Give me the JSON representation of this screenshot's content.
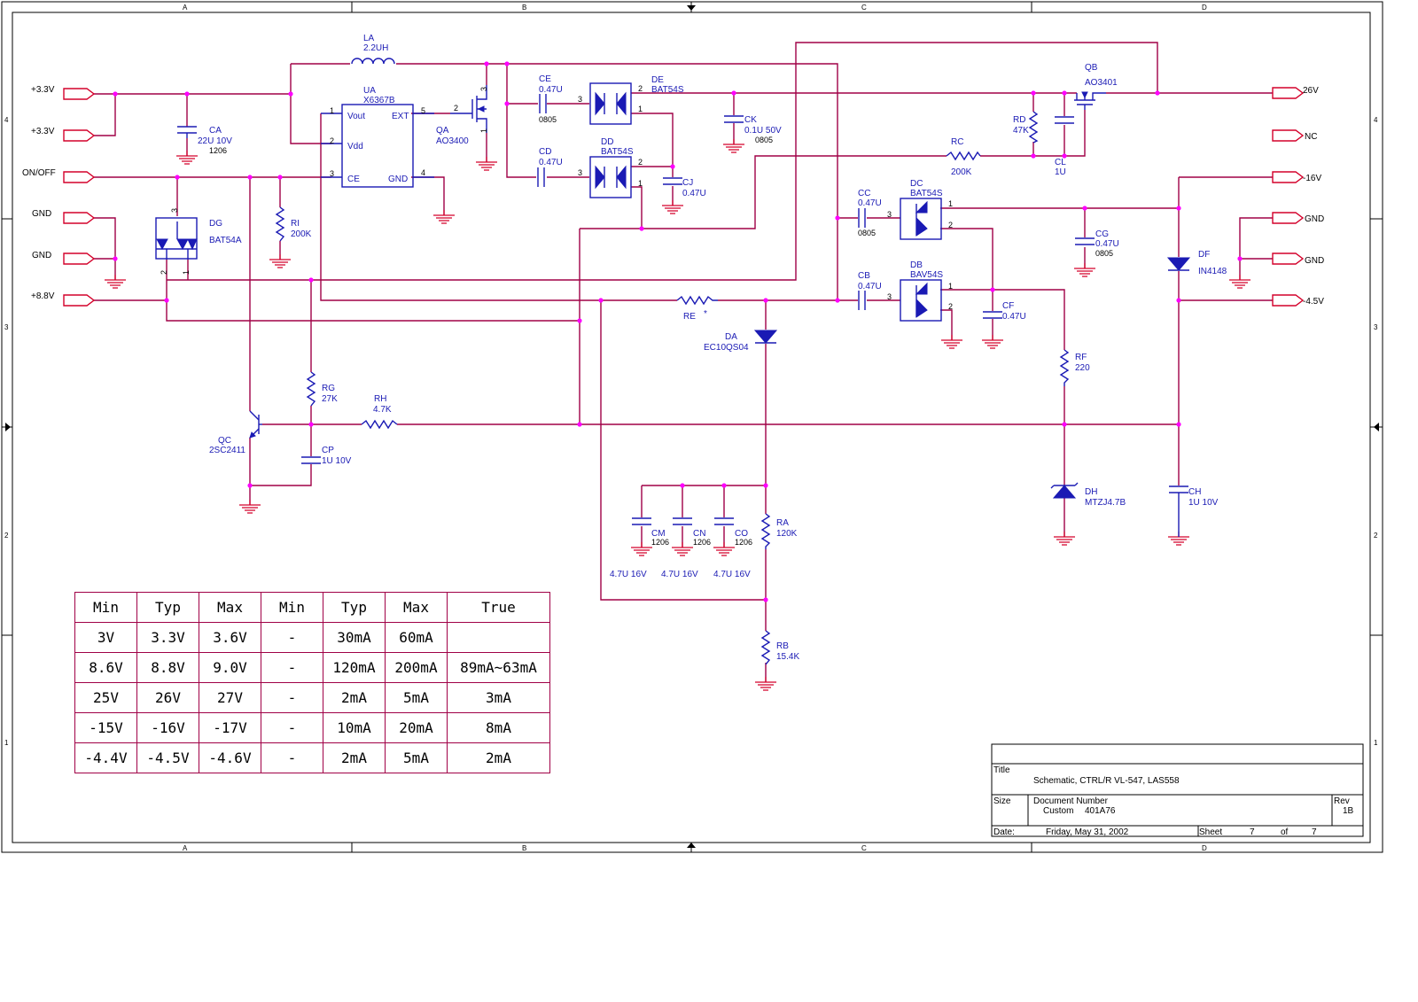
{
  "frame": {
    "columns": [
      "A",
      "B",
      "C",
      "D"
    ],
    "rows": [
      "4",
      "3",
      "2",
      "1"
    ]
  },
  "ports": {
    "left": [
      "+3.3V",
      "+3.3V",
      "ON/OFF",
      "GND",
      "GND",
      "+8.8V"
    ],
    "right": [
      "26V",
      "NC",
      "-16V",
      "GND",
      "GND",
      "-4.5V"
    ]
  },
  "components": {
    "LA": {
      "ref": "LA",
      "value": "2.2UH"
    },
    "UA": {
      "ref": "UA",
      "value": "X6367B",
      "pins": [
        "Vout",
        "Vdd",
        "CE",
        "EXT",
        "GND"
      ],
      "pin_numbers": [
        "1",
        "2",
        "3",
        "5",
        "4"
      ]
    },
    "QA": {
      "ref": "QA",
      "value": "AO3400",
      "pins": [
        "3",
        "2",
        "1"
      ]
    },
    "QB": {
      "ref": "QB",
      "value": "AO3401"
    },
    "QC": {
      "ref": "QC",
      "value": "2SC2411"
    },
    "CA": {
      "ref": "CA",
      "value": "22U 10V",
      "pkg": "1206"
    },
    "CB": {
      "ref": "CB",
      "value": "0.47U"
    },
    "CC": {
      "ref": "CC",
      "value": "0.47U",
      "pkg": "0805"
    },
    "CD": {
      "ref": "CD",
      "value": "0.47U"
    },
    "CE": {
      "ref": "CE",
      "value": "0.47U",
      "pkg": "0805"
    },
    "CF": {
      "ref": "CF",
      "value": "0.47U"
    },
    "CG": {
      "ref": "CG",
      "value": "0.47U",
      "pkg": "0805"
    },
    "CH": {
      "ref": "CH",
      "value": "1U 10V"
    },
    "CJ": {
      "ref": "CJ",
      "value": "0.47U"
    },
    "CK": {
      "ref": "CK",
      "value": "0.1U 50V",
      "pkg": "0805"
    },
    "CL": {
      "ref": "CL",
      "value": "1U"
    },
    "CM": {
      "ref": "CM",
      "value": "1206",
      "rating": "4.7U 16V"
    },
    "CN": {
      "ref": "CN",
      "value": "1206",
      "rating": "4.7U 16V"
    },
    "CO": {
      "ref": "CO",
      "value": "1206",
      "rating": "4.7U 16V"
    },
    "CP": {
      "ref": "CP",
      "value": "1U 10V"
    },
    "DA": {
      "ref": "DA",
      "value": "EC10QS04"
    },
    "DB": {
      "ref": "DB",
      "value": "BAV54S",
      "pins": [
        "3",
        "1",
        "2"
      ]
    },
    "DC": {
      "ref": "DC",
      "value": "BAT54S",
      "pins": [
        "3",
        "1",
        "2"
      ]
    },
    "DD": {
      "ref": "DD",
      "value": "BAT54S",
      "pins": [
        "3",
        "2",
        "1"
      ]
    },
    "DE": {
      "ref": "DE",
      "value": "BAT54S",
      "pins": [
        "3",
        "2",
        "1"
      ]
    },
    "DF": {
      "ref": "DF",
      "value": "IN4148"
    },
    "DG": {
      "ref": "DG",
      "value": "BAT54A",
      "pins": [
        "3",
        "2",
        "1"
      ]
    },
    "DH": {
      "ref": "DH",
      "value": "MTZJ4.7B"
    },
    "RA": {
      "ref": "RA",
      "value": "120K"
    },
    "RB": {
      "ref": "RB",
      "value": "15.4K"
    },
    "RC": {
      "ref": "RC",
      "value": "200K"
    },
    "RD": {
      "ref": "RD",
      "value": "47K"
    },
    "RE": {
      "ref": "RE",
      "value": "*"
    },
    "RF": {
      "ref": "RF",
      "value": "220"
    },
    "RG": {
      "ref": "RG",
      "value": "27K"
    },
    "RH": {
      "ref": "RH",
      "value": "4.7K"
    },
    "RI": {
      "ref": "RI",
      "value": "200K"
    }
  },
  "spec_table": {
    "header": [
      "Min",
      "Typ",
      "Max",
      "Min",
      "Typ",
      "Max",
      "True"
    ],
    "rows": [
      [
        "3V",
        "3.3V",
        "3.6V",
        "-",
        "30mA",
        "60mA",
        ""
      ],
      [
        "8.6V",
        "8.8V",
        "9.0V",
        "-",
        "120mA",
        "200mA",
        "89mA~63mA"
      ],
      [
        "25V",
        "26V",
        "27V",
        "-",
        "2mA",
        "5mA",
        "3mA"
      ],
      [
        "-15V",
        "-16V",
        "-17V",
        "-",
        "10mA",
        "20mA",
        "8mA"
      ],
      [
        "-4.4V",
        "-4.5V",
        "-4.6V",
        "-",
        "2mA",
        "5mA",
        "2mA"
      ]
    ]
  },
  "title_block": {
    "title_label": "Title",
    "title": "Schematic, CTRL/R VL-547, LAS558",
    "size_label": "Size",
    "size": "Custom",
    "docnum_label": "Document Number",
    "docnum": "401A76",
    "rev_label": "Rev",
    "rev": "1B",
    "date_label": "Date:",
    "date": "Friday, May 31, 2002",
    "sheet_label": "Sheet",
    "sheet": "7",
    "of_label": "of",
    "of": "7"
  },
  "colors": {
    "wire": "#a00046",
    "component": "#1a1ab4",
    "ground": "#d4002a",
    "junction": "#ff00ff"
  }
}
